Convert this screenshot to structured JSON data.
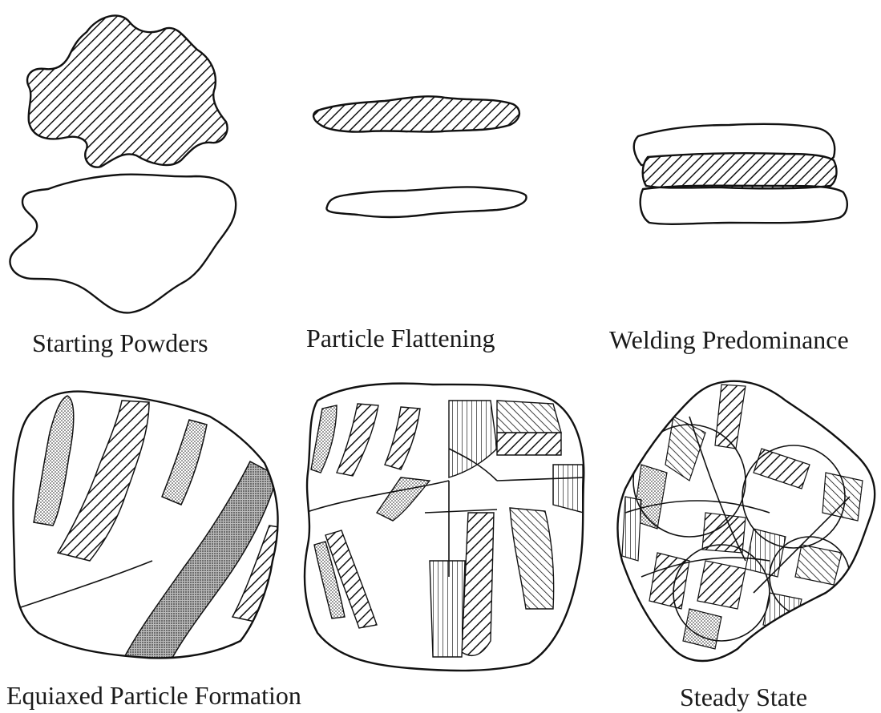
{
  "stages": [
    {
      "id": "starting",
      "label": "Starting Powders"
    },
    {
      "id": "flattening",
      "label": "Particle Flattening"
    },
    {
      "id": "welding",
      "label": "Welding Predominance"
    },
    {
      "id": "equiaxed",
      "label": "Equiaxed Particle Formation"
    },
    {
      "id": "steady",
      "label": "Steady State"
    }
  ],
  "colors": {
    "ink": "#111111",
    "background": "#ffffff"
  }
}
